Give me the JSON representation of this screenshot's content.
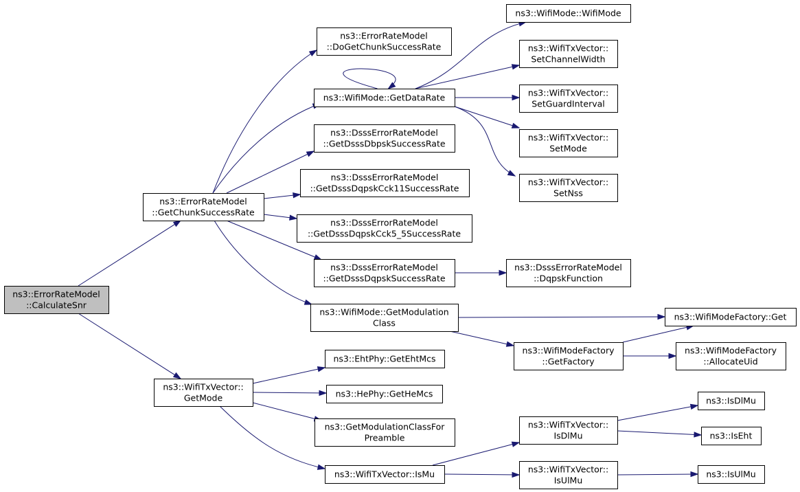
{
  "graph": {
    "nodes": [
      {
        "id": "calc_snr",
        "lines": [
          "ns3::ErrorRateModel",
          "::CalculateSnr"
        ],
        "root": true
      },
      {
        "id": "get_chunk",
        "lines": [
          "ns3::ErrorRateModel",
          "::GetChunkSuccessRate"
        ]
      },
      {
        "id": "get_mode",
        "lines": [
          "ns3::WifiTxVector::",
          "GetMode"
        ]
      },
      {
        "id": "do_get_chunk",
        "lines": [
          "ns3::ErrorRateModel",
          "::DoGetChunkSuccessRate"
        ]
      },
      {
        "id": "get_data_rate",
        "lines": [
          "ns3::WifiMode::GetDataRate"
        ]
      },
      {
        "id": "dbpsk",
        "lines": [
          "ns3::DsssErrorRateModel",
          "::GetDsssDbpskSuccessRate"
        ]
      },
      {
        "id": "cck11",
        "lines": [
          "ns3::DsssErrorRateModel",
          "::GetDsssDqpskCck11SuccessRate"
        ]
      },
      {
        "id": "cck55",
        "lines": [
          "ns3::DsssErrorRateModel",
          "::GetDsssDqpskCck5_5SuccessRate"
        ]
      },
      {
        "id": "dqpsk",
        "lines": [
          "ns3::DsssErrorRateModel",
          "::GetDsssDqpskSuccessRate"
        ]
      },
      {
        "id": "get_mod_class",
        "lines": [
          "ns3::WifiMode::GetModulation",
          "Class"
        ]
      },
      {
        "id": "wifimode_ctor",
        "lines": [
          "ns3::WifiMode::WifiMode"
        ]
      },
      {
        "id": "set_chan_width",
        "lines": [
          "ns3::WifiTxVector::",
          "SetChannelWidth"
        ]
      },
      {
        "id": "set_guard",
        "lines": [
          "ns3::WifiTxVector::",
          "SetGuardInterval"
        ]
      },
      {
        "id": "set_mode",
        "lines": [
          "ns3::WifiTxVector::",
          "SetMode"
        ]
      },
      {
        "id": "set_nss",
        "lines": [
          "ns3::WifiTxVector::",
          "SetNss"
        ]
      },
      {
        "id": "dqpsk_func",
        "lines": [
          "ns3::DsssErrorRateModel",
          "::DqpskFunction"
        ]
      },
      {
        "id": "factory_get",
        "lines": [
          "ns3::WifiModeFactory::Get"
        ]
      },
      {
        "id": "get_factory",
        "lines": [
          "ns3::WifiModeFactory",
          "::GetFactory"
        ]
      },
      {
        "id": "alloc_uid",
        "lines": [
          "ns3::WifiModeFactory",
          "::AllocateUid"
        ]
      },
      {
        "id": "eht_mcs",
        "lines": [
          "ns3::EhtPhy::GetEhtMcs"
        ]
      },
      {
        "id": "he_mcs",
        "lines": [
          "ns3::HePhy::GetHeMcs"
        ]
      },
      {
        "id": "mod_for_preamble",
        "lines": [
          "ns3::GetModulationClassFor",
          "Preamble"
        ]
      },
      {
        "id": "is_mu",
        "lines": [
          "ns3::WifiTxVector::IsMu"
        ]
      },
      {
        "id": "txv_is_dl_mu",
        "lines": [
          "ns3::WifiTxVector::",
          "IsDlMu"
        ]
      },
      {
        "id": "txv_is_ul_mu",
        "lines": [
          "ns3::WifiTxVector::",
          "IsUlMu"
        ]
      },
      {
        "id": "is_dl_mu",
        "lines": [
          "ns3::IsDlMu"
        ]
      },
      {
        "id": "is_eht",
        "lines": [
          "ns3::IsEht"
        ]
      },
      {
        "id": "is_ul_mu",
        "lines": [
          "ns3::IsUlMu"
        ]
      }
    ],
    "edges": [
      [
        "calc_snr",
        "get_chunk"
      ],
      [
        "calc_snr",
        "get_mode"
      ],
      [
        "get_chunk",
        "do_get_chunk"
      ],
      [
        "get_chunk",
        "get_data_rate"
      ],
      [
        "get_chunk",
        "dbpsk"
      ],
      [
        "get_chunk",
        "cck11"
      ],
      [
        "get_chunk",
        "cck55"
      ],
      [
        "get_chunk",
        "dqpsk"
      ],
      [
        "get_chunk",
        "get_mod_class"
      ],
      [
        "get_data_rate",
        "get_data_rate"
      ],
      [
        "get_data_rate",
        "wifimode_ctor"
      ],
      [
        "get_data_rate",
        "set_chan_width"
      ],
      [
        "get_data_rate",
        "set_guard"
      ],
      [
        "get_data_rate",
        "set_mode"
      ],
      [
        "get_data_rate",
        "set_nss"
      ],
      [
        "dqpsk",
        "dqpsk_func"
      ],
      [
        "get_mod_class",
        "factory_get"
      ],
      [
        "get_mod_class",
        "get_factory"
      ],
      [
        "get_factory",
        "factory_get"
      ],
      [
        "get_factory",
        "alloc_uid"
      ],
      [
        "get_mode",
        "eht_mcs"
      ],
      [
        "get_mode",
        "he_mcs"
      ],
      [
        "get_mode",
        "mod_for_preamble"
      ],
      [
        "get_mode",
        "is_mu"
      ],
      [
        "is_mu",
        "txv_is_dl_mu"
      ],
      [
        "is_mu",
        "txv_is_ul_mu"
      ],
      [
        "txv_is_dl_mu",
        "is_dl_mu"
      ],
      [
        "txv_is_dl_mu",
        "is_eht"
      ],
      [
        "txv_is_ul_mu",
        "is_ul_mu"
      ]
    ],
    "colors": {
      "edge": "#191970",
      "root_fill": "#bfbfbf",
      "node_fill": "#ffffff",
      "border": "#000000"
    }
  }
}
